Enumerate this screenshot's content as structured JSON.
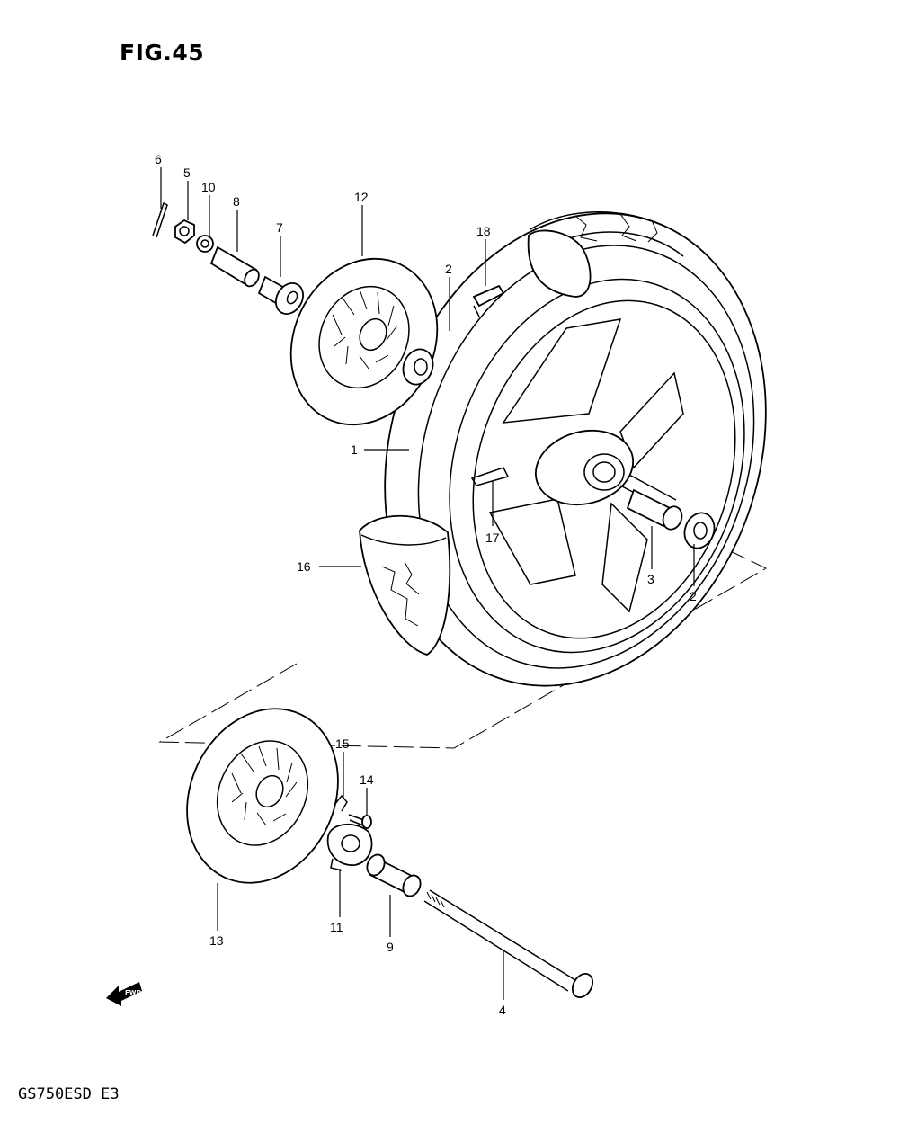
{
  "figure": {
    "title": "FIG.45",
    "model_code": "GS750ESD E3",
    "direction_badge": "FWD"
  },
  "callouts": [
    {
      "id": "c6",
      "label": "6"
    },
    {
      "id": "c5",
      "label": "5"
    },
    {
      "id": "c10",
      "label": "10"
    },
    {
      "id": "c8",
      "label": "8"
    },
    {
      "id": "c7",
      "label": "7"
    },
    {
      "id": "c12",
      "label": "12"
    },
    {
      "id": "c2a",
      "label": "2"
    },
    {
      "id": "c18",
      "label": "18"
    },
    {
      "id": "c1",
      "label": "1"
    },
    {
      "id": "c17",
      "label": "17"
    },
    {
      "id": "c16",
      "label": "16"
    },
    {
      "id": "c3",
      "label": "3"
    },
    {
      "id": "c2b",
      "label": "2"
    },
    {
      "id": "c15",
      "label": "15"
    },
    {
      "id": "c14",
      "label": "14"
    },
    {
      "id": "c13",
      "label": "13"
    },
    {
      "id": "c11",
      "label": "11"
    },
    {
      "id": "c9",
      "label": "9"
    },
    {
      "id": "c4",
      "label": "4"
    }
  ]
}
